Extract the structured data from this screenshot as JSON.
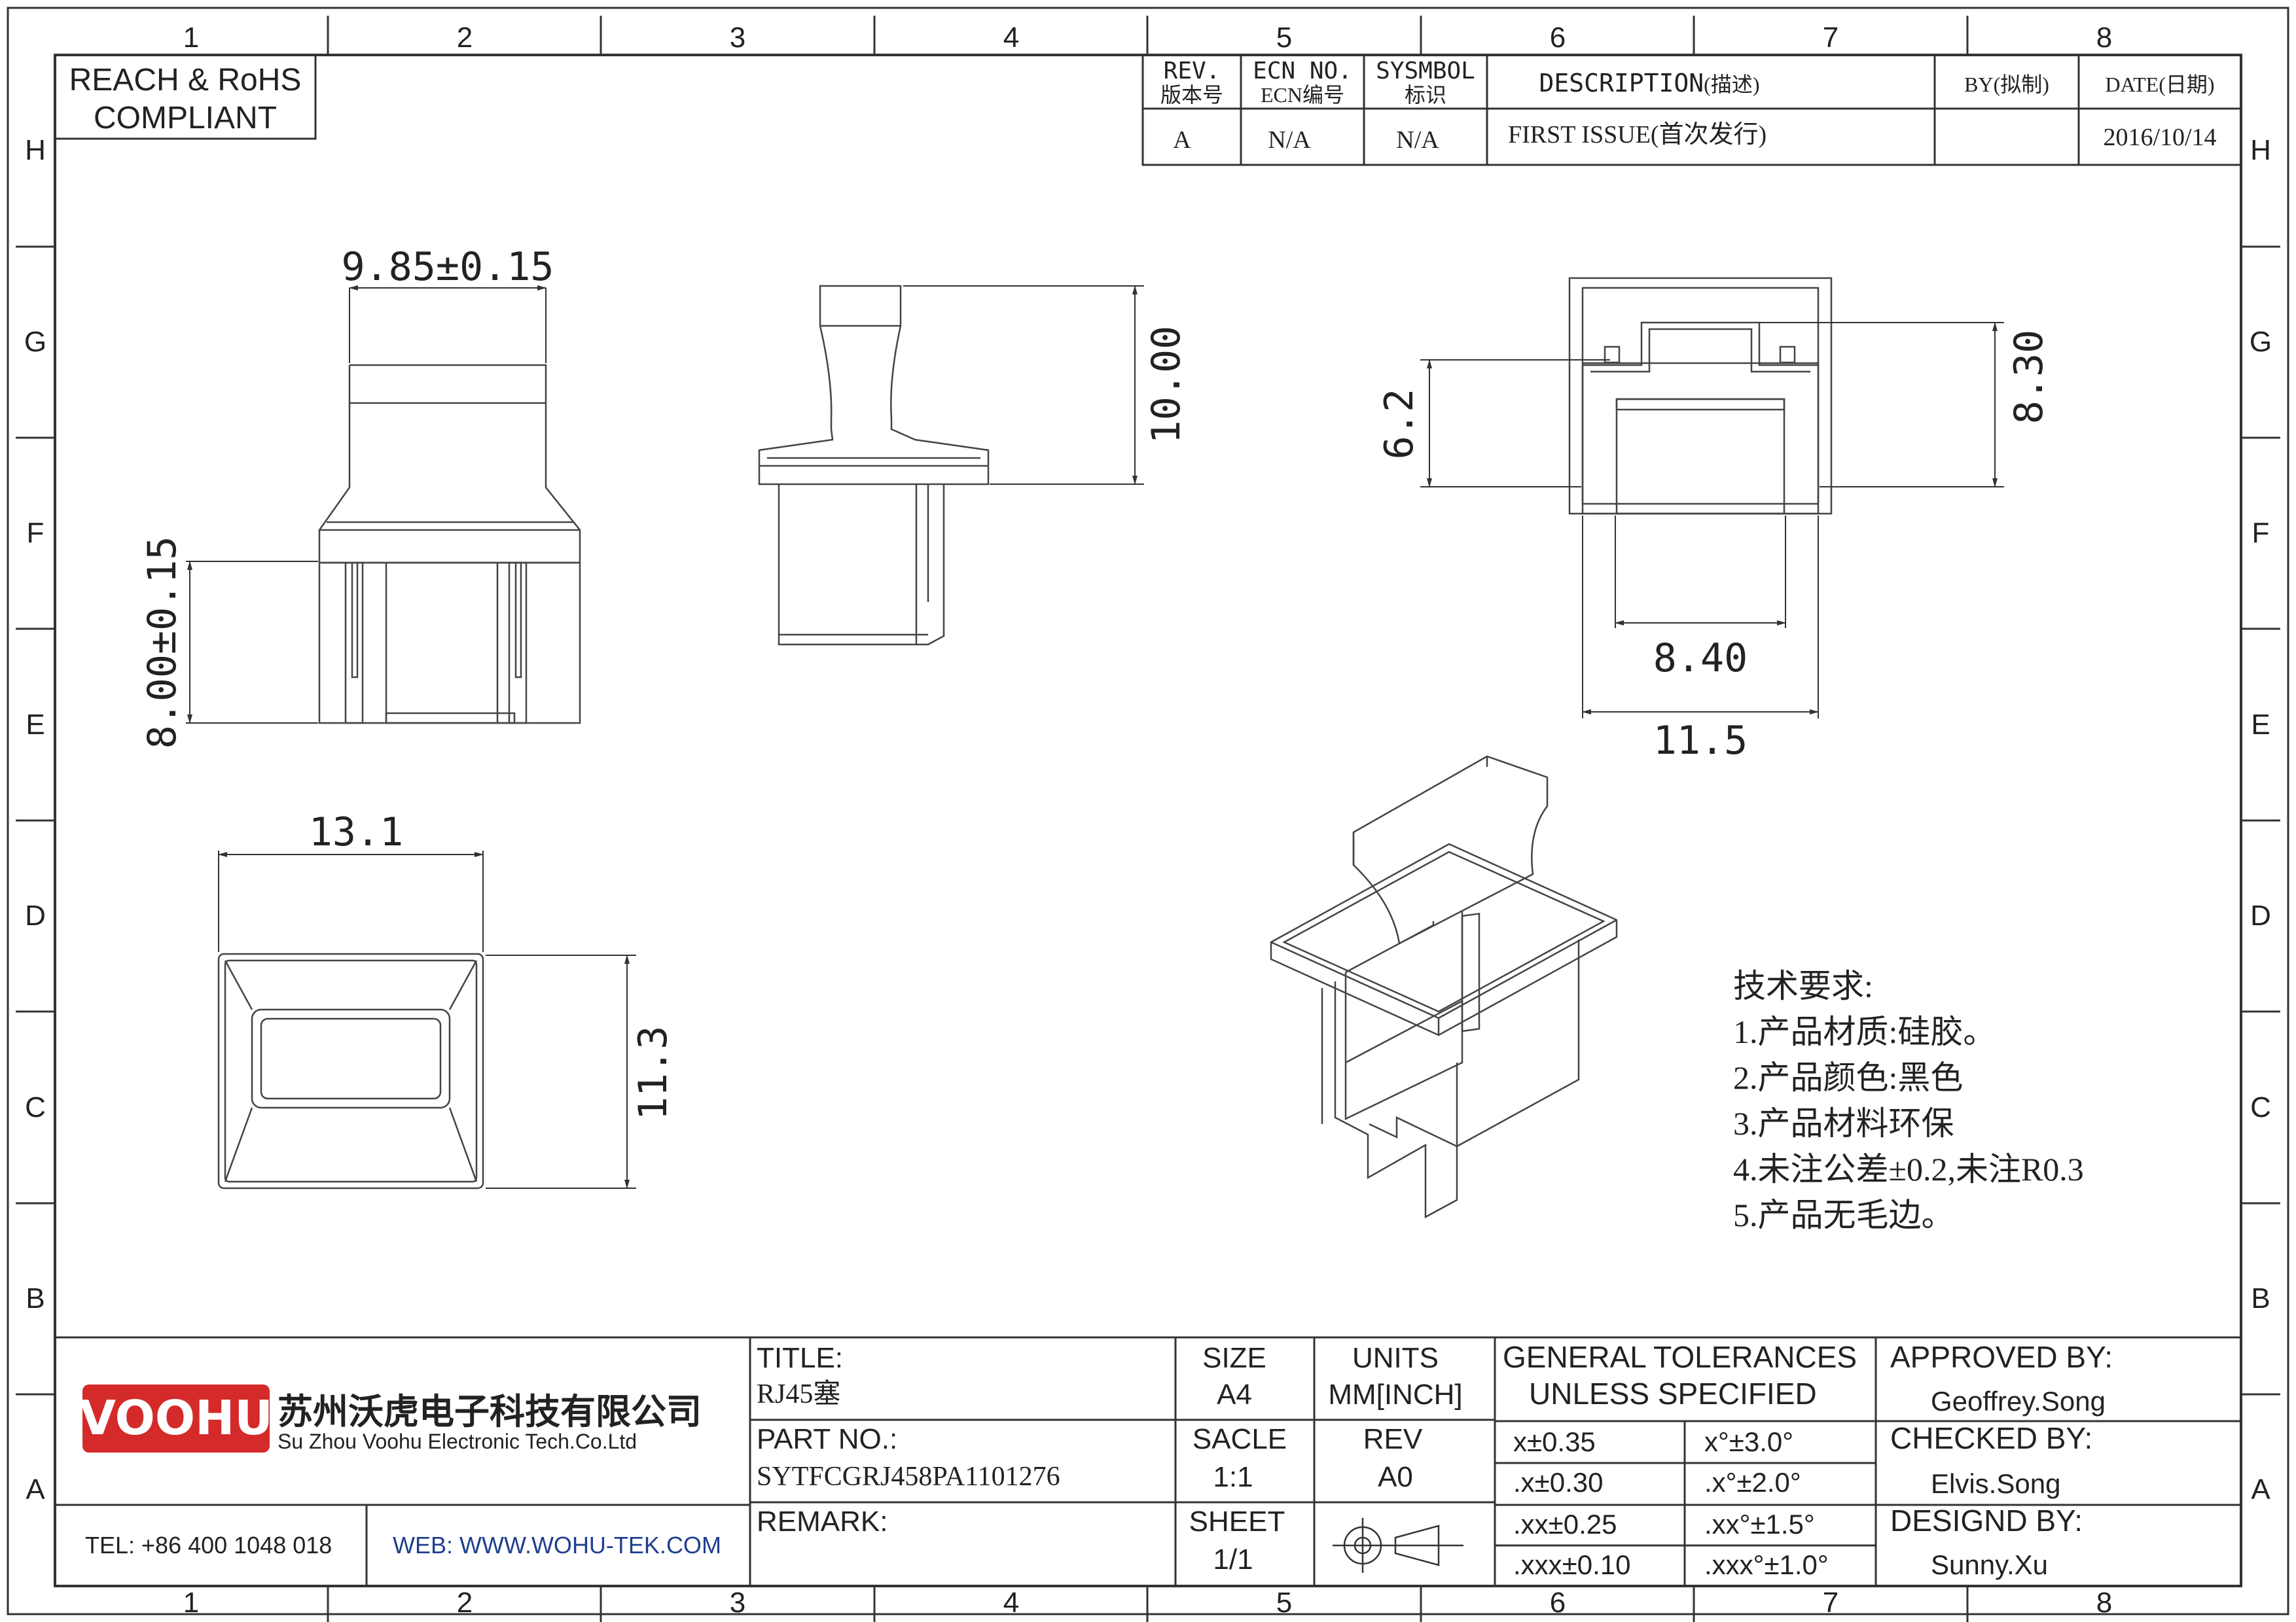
{
  "grid": {
    "columns": [
      "1",
      "2",
      "3",
      "4",
      "5",
      "6",
      "7",
      "8"
    ],
    "rows": [
      "H",
      "G",
      "F",
      "E",
      "D",
      "C",
      "B",
      "A"
    ]
  },
  "compliance": {
    "line1": "REACH & RoHS",
    "line2": "COMPLIANT"
  },
  "revision_table": {
    "headers": [
      {
        "en": "REV.",
        "cn": "版本号"
      },
      {
        "en": "ECN NO.",
        "cn": "ECN编号"
      },
      {
        "en": "SYSMBOL",
        "cn": "标识"
      },
      {
        "en": "DESCRIPTION",
        "cn": "(描述)"
      },
      {
        "en": "BY",
        "cn": "(拟制)"
      },
      {
        "en": "DATE",
        "cn": "(日期)"
      }
    ],
    "row": {
      "rev": "A",
      "ecn": "N/A",
      "symbol": "N/A",
      "description": "FIRST ISSUE(首次发行)",
      "by": "",
      "date": "2016/10/14"
    }
  },
  "dimensions": {
    "top_width": "9.85±0.15",
    "pin_length": "8.00±0.15",
    "side_height": "10.00",
    "end_height_small": "6.2",
    "end_height": "8.30",
    "inner_width": "8.40",
    "outer_width": "11.5",
    "bottom_width": "13.1",
    "bottom_height": "11.3"
  },
  "tech_requirements": {
    "title": "技术要求:",
    "items": [
      "1.产品材质:硅胶。",
      "2.产品颜色:黑色",
      "3.产品材料环保",
      "4.未注公差±0.2,未注R0.3",
      "5.产品无毛边。"
    ]
  },
  "title_block": {
    "logo": "VOOHU",
    "company_cn": "苏州沃虎电子科技有限公司",
    "company_en": "Su Zhou Voohu Electronic Tech.Co.Ltd",
    "tel": "TEL: +86 400 1048 018",
    "web": "WEB: WWW.WOHU-TEK.COM",
    "title_label": "TITLE:",
    "title_value": "RJ45塞",
    "partno_label": "PART NO.:",
    "partno_value": "SYTFCGRJ458PA1101276",
    "remark_label": "REMARK:",
    "size_label": "SIZE",
    "size_value": "A4",
    "units_label": "UNITS",
    "units_value": "MM[INCH]",
    "scale_label": "SACLE",
    "scale_value": "1:1",
    "rev_label": "REV",
    "rev_value": "A0",
    "sheet_label": "SHEET",
    "sheet_value": "1/1",
    "tol_header1": "GENERAL TOLERANCES",
    "tol_header2": "UNLESS SPECIFIED",
    "tolerances": [
      {
        "linear": "x±0.35",
        "angular": "x°±3.0°"
      },
      {
        "linear": ".x±0.30",
        "angular": ".x°±2.0°"
      },
      {
        "linear": ".xx±0.25",
        "angular": ".xx°±1.5°"
      },
      {
        "linear": ".xxx±0.10",
        "angular": ".xxx°±1.0°"
      }
    ],
    "approved_label": "APPROVED BY:",
    "approved_value": "Geoffrey.Song",
    "checked_label": "CHECKED BY:",
    "checked_value": "Elvis.Song",
    "designed_label": "DESIGND BY:",
    "designed_value": "Sunny.Xu"
  },
  "colors": {
    "line": "#333333",
    "logo_red": "#d42a2a",
    "web_blue": "#1f3f8f"
  }
}
